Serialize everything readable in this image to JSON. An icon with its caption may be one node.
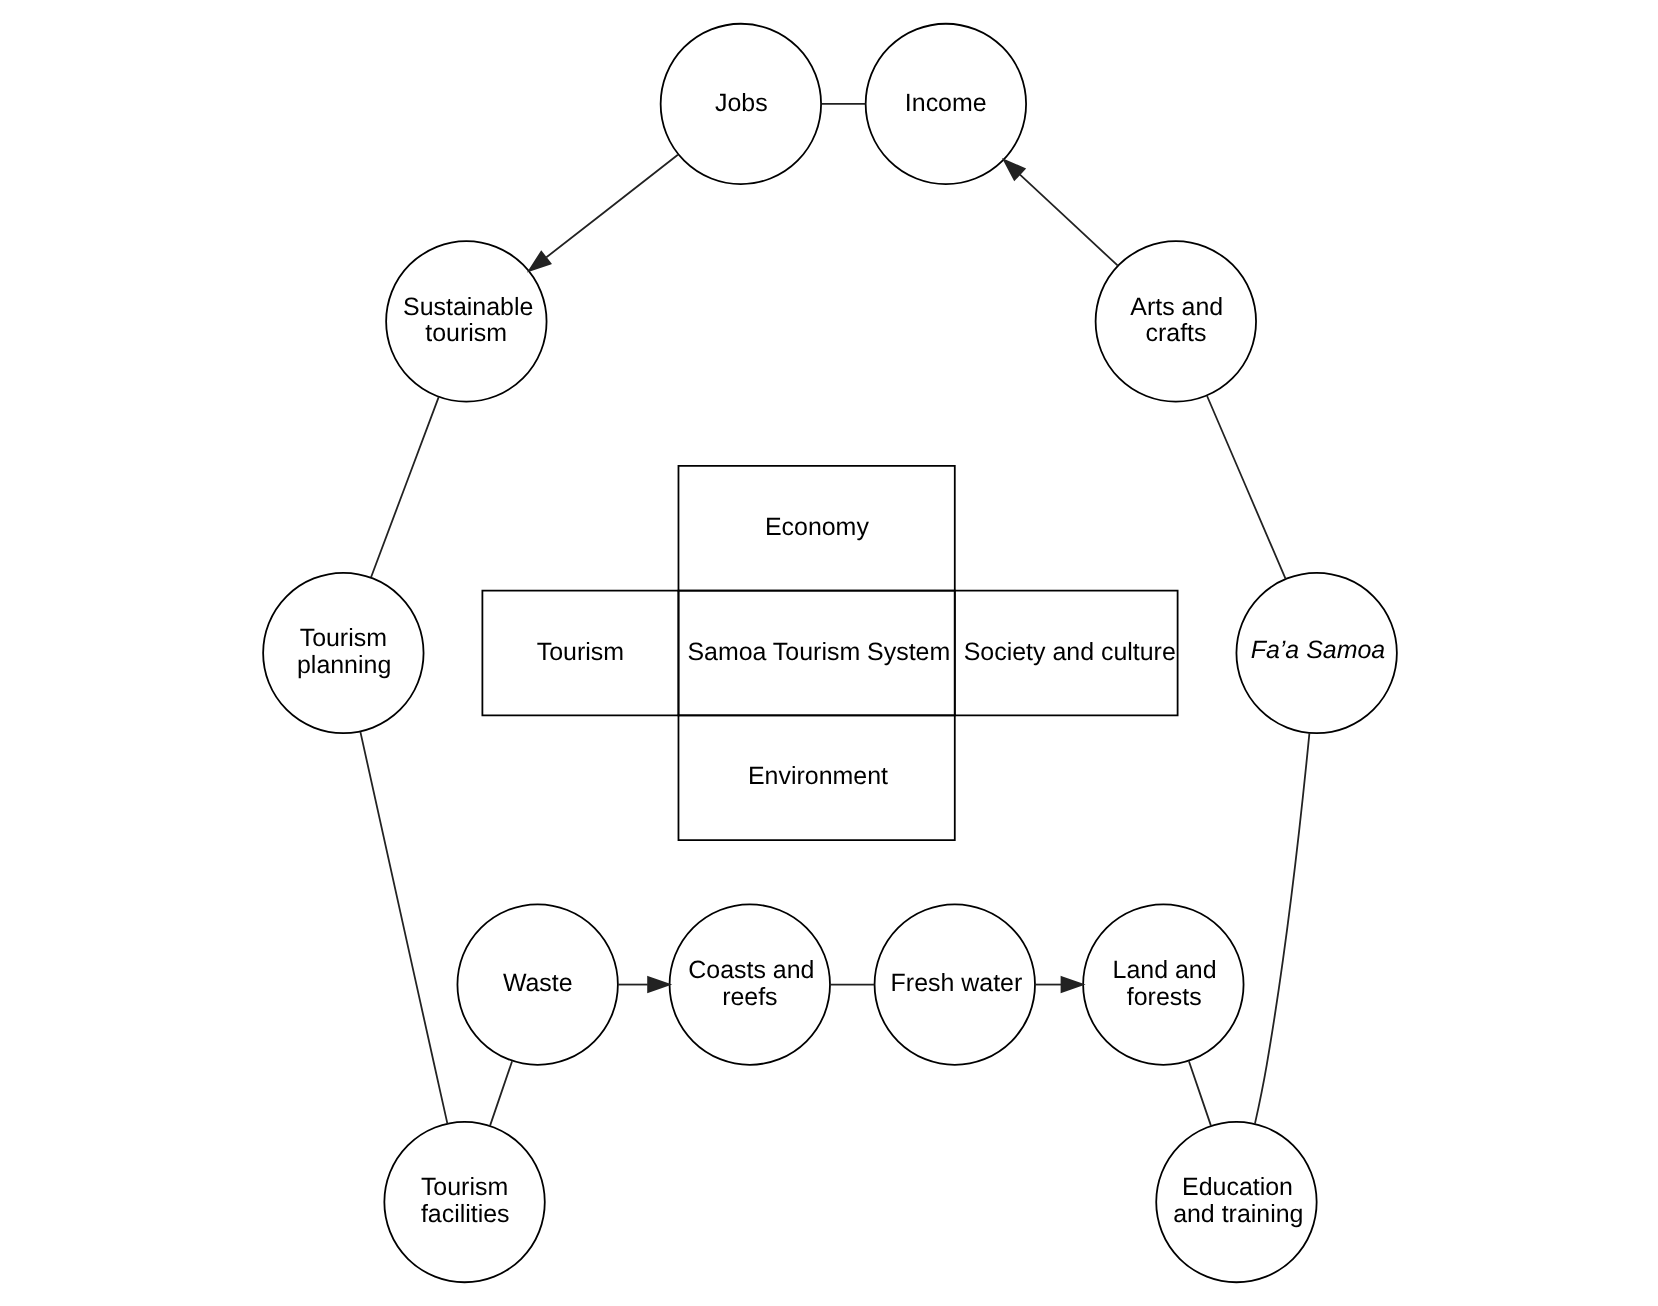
{
  "diagram": {
    "nodes": [
      {
        "text": [
          "Jobs"
        ]
      },
      {
        "text": [
          "Income"
        ]
      },
      {
        "text": [
          "Sustainable tourism"
        ]
      },
      {
        "text": [
          "Arts and crafts"
        ]
      },
      {
        "text": [
          "Economy",
          "Tourism",
          "Samoa Tourism System",
          "Society and culture",
          "Environment"
        ]
      },
      {
        "text": [
          "Tourism planning"
        ]
      },
      {
        "text": [
          "Fa’a Samoa"
        ]
      },
      {
        "text": [
          "Tourism facilities"
        ]
      },
      {
        "text": [
          "Education and training"
        ]
      },
      {
        "text": [
          "Waste"
        ]
      },
      {
        "text": [
          "Coasts and reefs"
        ]
      },
      {
        "text": [
          "Fresh water"
        ]
      },
      {
        "text": [
          "Land and forests"
        ]
      }
    ],
    "edges": [
      {
        "from": 0,
        "to": 1,
        "arrow": "none"
      },
      {
        "from": 3,
        "to": 1,
        "arrow": "to"
      },
      {
        "from": 0,
        "to": 2,
        "arrow": "to"
      },
      {
        "from": 2,
        "to": 5,
        "arrow": "none"
      },
      {
        "from": 5,
        "to": 7,
        "arrow": "none"
      },
      {
        "from": 7,
        "to": 9,
        "arrow": "none"
      },
      {
        "from": 9,
        "to": 10,
        "arrow": "to"
      },
      {
        "from": 10,
        "to": 11,
        "arrow": "none"
      },
      {
        "from": 11,
        "to": 12,
        "arrow": "to"
      },
      {
        "from": 12,
        "to": 8,
        "arrow": "none"
      },
      {
        "from": 8,
        "to": 6,
        "arrow": "none"
      },
      {
        "from": 6,
        "to": 3,
        "arrow": "none"
      }
    ]
  }
}
